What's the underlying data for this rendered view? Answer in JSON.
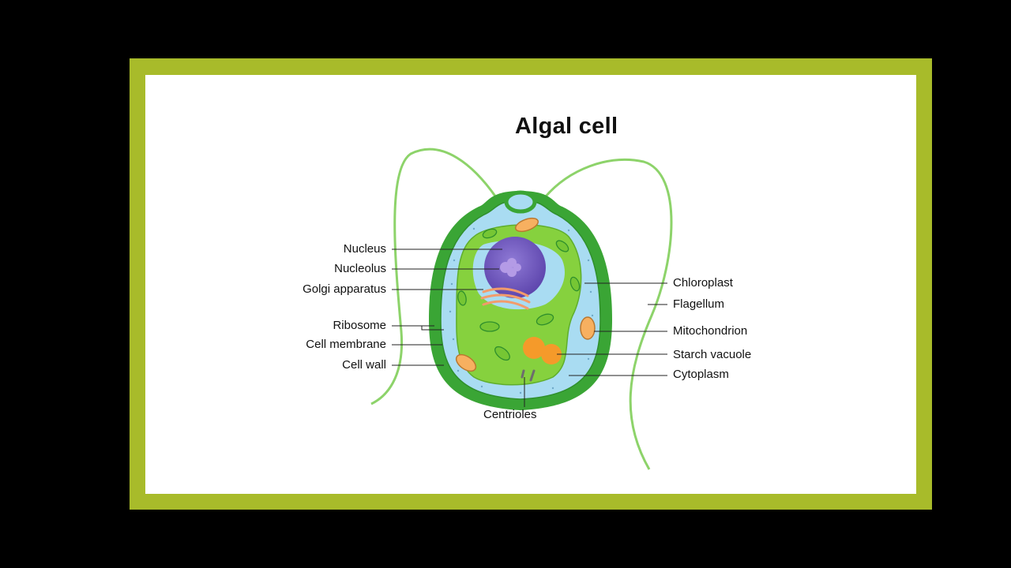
{
  "diagram": {
    "title": "Algal cell",
    "labels": {
      "nucleus": "Nucleus",
      "nucleolus": "Nucleolus",
      "golgi": "Golgi apparatus",
      "ribosome": "Ribosome",
      "cell_membrane": "Cell membrane",
      "cell_wall": "Cell wall",
      "chloroplast": "Chloroplast",
      "flagellum": "Flagellum",
      "mitochondrion": "Mitochondrion",
      "starch_vacuole": "Starch vacuole",
      "cytoplasm": "Cytoplasm",
      "centrioles": "Centrioles"
    }
  },
  "colors": {
    "frame": "#a8bb2a",
    "background": "#000000",
    "panel": "#ffffff",
    "cell_wall": "#3aa535",
    "membrane_region": "#a9dcf2",
    "cytoplasm": "#86d13e",
    "nucleus": "#7b63c4",
    "starch": "#f59a2a"
  }
}
